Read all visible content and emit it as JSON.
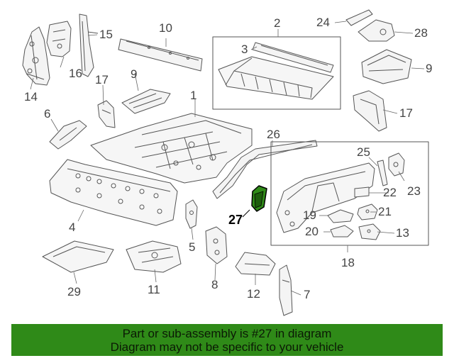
{
  "callouts": [
    "1",
    "2",
    "3",
    "4",
    "5",
    "6",
    "7",
    "8",
    "9",
    "10",
    "11",
    "12",
    "13",
    "14",
    "15",
    "16",
    "17",
    "17",
    "18",
    "19",
    "20",
    "21",
    "22",
    "23",
    "24",
    "25",
    "26",
    "27",
    "28",
    "29"
  ],
  "highlighted_callout": "27",
  "highlight_color": "#2f8a18",
  "banner": {
    "line1": "Part or sub-assembly is #27 in diagram",
    "line2": "Diagram may not be specific to your vehicle",
    "background": "#2f8a18"
  }
}
